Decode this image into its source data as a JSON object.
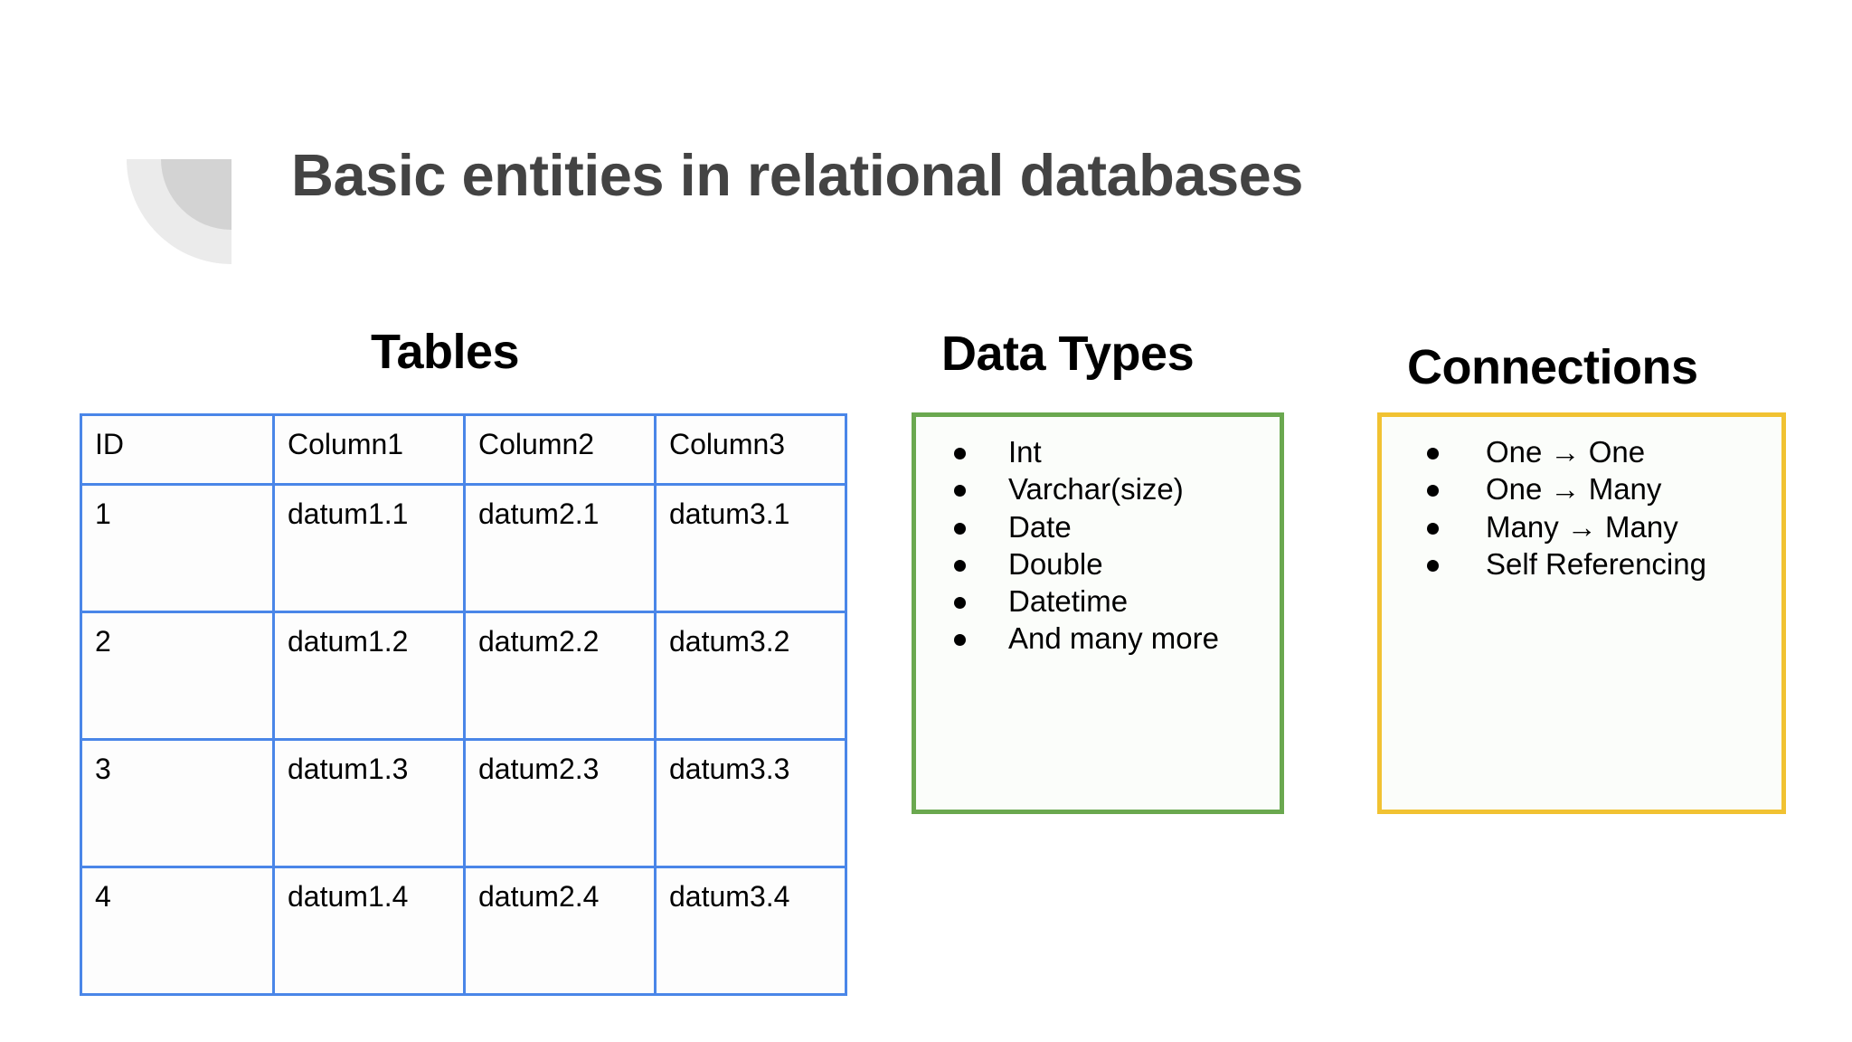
{
  "slide": {
    "title": "Basic entities in relational databases",
    "brand_mark_icon": "quarter-circle-arc-logo",
    "title_color": "#434343",
    "background_color": "#ffffff"
  },
  "sections": {
    "tables": {
      "heading": "Tables",
      "border_color": "#4a86e8",
      "columns": [
        "ID",
        "Column1",
        "Column2",
        "Column3"
      ],
      "rows": [
        [
          "1",
          "datum1.1",
          "datum2.1",
          "datum3.1"
        ],
        [
          "2",
          "datum1.2",
          "datum2.2",
          "datum3.2"
        ],
        [
          "3",
          "datum1.3",
          "datum2.3",
          "datum3.3"
        ],
        [
          "4",
          "datum1.4",
          "datum2.4",
          "datum3.4"
        ]
      ]
    },
    "data_types": {
      "heading": "Data Types",
      "border_color": "#6aa84f",
      "items": [
        "Int",
        "Varchar(size)",
        "Date",
        "Double",
        "Datetime",
        "And many more"
      ]
    },
    "connections": {
      "heading": "Connections",
      "border_color": "#f1c232",
      "items": [
        "One → One",
        "One → Many",
        "Many → Many",
        "Self Referencing"
      ]
    }
  }
}
